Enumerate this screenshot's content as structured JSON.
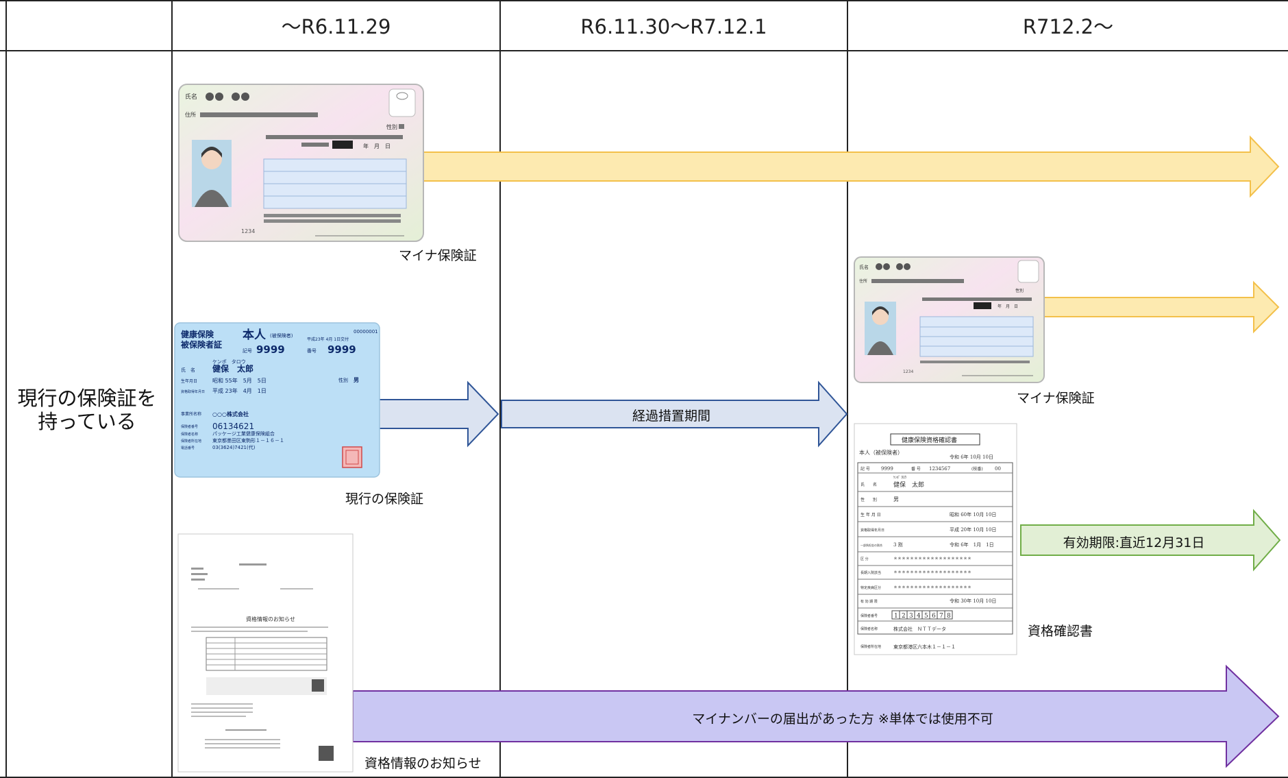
{
  "header": {
    "columns": [
      {
        "label": ""
      },
      {
        "label": "～R6.11.29"
      },
      {
        "label": "R6.11.30～R7.12.1"
      },
      {
        "label": "R712.2～"
      }
    ]
  },
  "row": {
    "label": "現行の保険証を持っている"
  },
  "items": {
    "myna_card_1": {
      "caption": "マイナ保険証",
      "name_label": "氏名",
      "address_label": "住所",
      "sex_label": "性別",
      "date_label": "年　月　日",
      "number_text": "1234"
    },
    "myna_card_2": {
      "caption": "マイナ保険証",
      "name_label": "氏名",
      "address_label": "住所",
      "sex_label": "性別",
      "date_label": "年　月　日",
      "number_text": "1234"
    },
    "current_card": {
      "caption": "現行の保険証",
      "title_1": "健康保険",
      "title_2": "被保険者証",
      "person": "本人",
      "person_sub": "(被保険者)",
      "issue_date": "平成23年 4月 1日交付",
      "top_number": "00000001",
      "symbol_label": "記号",
      "symbol_value": "9999",
      "number_label": "番号",
      "number_value": "9999",
      "kana": "ケンポ　タロウ",
      "name_label": "氏　名",
      "name_value": "健保　太郎",
      "birth_label": "生年月日",
      "birth_value": "昭和 55年　5月　5日",
      "sex_label": "性別",
      "sex_value": "男",
      "acq_label": "資格取得年月日",
      "acq_value": "平成 23年　4月　1日",
      "office_label": "事業所名称",
      "office_value": "○○○株式会社",
      "insurer_no_label": "保険者番号",
      "insurer_no": "06134621",
      "insurer_name_label": "保険者名称",
      "insurer_name": "パッケージ工業健康保険組合",
      "insurer_addr_label": "保険者所在地",
      "insurer_addr": "東京都墨田区東駒形１－１６－１",
      "phone_label": "電話番号",
      "phone": "03(3624)7421(代)"
    },
    "qualification_notice": {
      "caption": "資格情報のお知らせ",
      "doc_title": "資格情報のお知らせ"
    },
    "qualification_cert": {
      "caption": "資格確認書",
      "doc_title": "健康保険資格確認書",
      "person": "本人（被保険者）",
      "issue": "令和 6年 10月 10日",
      "symbol_label": "記 号",
      "symbol_value": "9999",
      "number_label": "番 号",
      "number_value": "1234567",
      "branch_label": "(枝番)",
      "branch_value": "00",
      "kana": "ｹﾝﾎﾟ ﾀﾛｳ",
      "name_label": "氏　　名",
      "name_value": "健保　太郎",
      "sex_label": "性　　別",
      "sex_value": "男",
      "birth_label": "生 年 月 日",
      "birth_value": "昭和 60年 10月 10日",
      "acq_label": "資格取得年月日",
      "acq_value": "平成 20年 10月 10日",
      "ratio_label": "一部負担金の割合",
      "ratio_value": "3 割",
      "ratio_date": "令和 6年　1月　1日",
      "r1_label": "区 分",
      "r2_label": "長期入院該当",
      "r3_label": "特定疾病区分",
      "masked": "＊＊＊＊＊＊＊＊＊＊＊＊＊＊＊＊＊＊＊",
      "valid_label": "有 効 期 限",
      "valid_value": "令和 30年 10月 10日",
      "insurer_no_label": "保険者番号",
      "insurer_digits": [
        "1",
        "2",
        "3",
        "4",
        "5",
        "6",
        "7",
        "8"
      ],
      "insurer_name_label": "保険者名称",
      "insurer_name": "株式会社　ＮＴＴデータ",
      "insurer_addr_label": "保険者所在地",
      "insurer_addr": "東京都港区六本木１－１－１"
    }
  },
  "arrows": {
    "transition": {
      "label": "経過措置期間",
      "color": "#dbe3f1"
    },
    "validity": {
      "label": "有効期限:直近12月31日",
      "color": "#e2efd5"
    },
    "notice": {
      "label": "マイナンバーの届出があった方 ※単体では使用不可",
      "color": "#c9c7f3"
    },
    "myna_color": "#fdeab0"
  }
}
